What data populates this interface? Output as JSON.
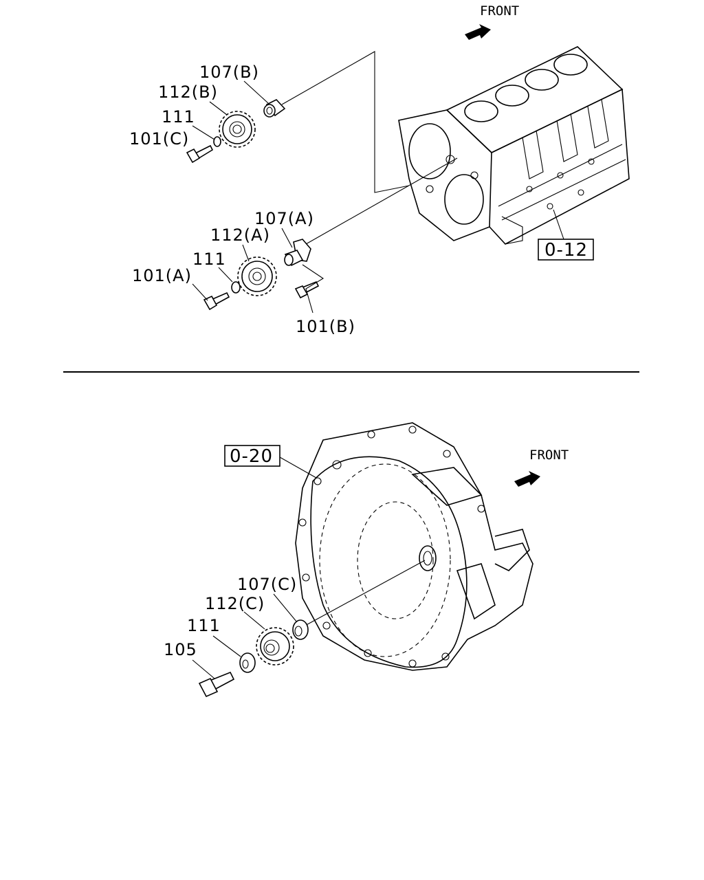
{
  "top": {
    "front_label": "FRONT",
    "ref_box": "0-12",
    "labels": {
      "l107b": "107(B)",
      "l112b": "112(B)",
      "l111_upper": "111",
      "l101c": "101(C)",
      "l107a": "107(A)",
      "l112a": "112(A)",
      "l111_lower": "111",
      "l101a": "101(A)",
      "l101b": "101(B)"
    }
  },
  "bottom": {
    "front_label": "FRONT",
    "ref_box": "0-20",
    "labels": {
      "l107c": "107(C)",
      "l112c": "112(C)",
      "l111": "111",
      "l105": "105"
    }
  }
}
